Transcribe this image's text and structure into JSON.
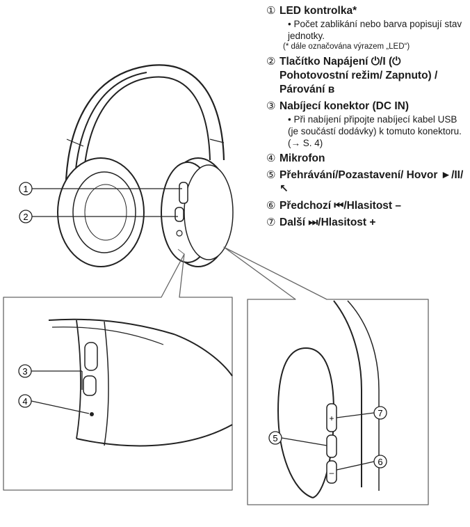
{
  "legend": {
    "items": [
      {
        "num": "①",
        "title": "LED kontrolka*"
      },
      {
        "num": "②",
        "title": "Tlačítko Napájení ⏻/I (⏻ Pohotovostní režim/ Zapnuto) / Párování ʙ"
      },
      {
        "num": "③",
        "title": "Nabíjecí konektor (DC IN)"
      },
      {
        "num": "④",
        "title": "Mikrofon"
      },
      {
        "num": "⑤",
        "title": "Přehrávání/Pozastavení/ Hovor ►/II/↖"
      },
      {
        "num": "⑥",
        "title": "Předchozí ⏮/Hlasitost –"
      },
      {
        "num": "⑦",
        "title": "Další ⏭/Hlasitost +"
      }
    ],
    "led_note": "• Počet zablikání nebo barva popisují stav jednotky.",
    "led_footnote": "(* dále označována výrazem „LED“)",
    "dc_note": "• Při nabíjení připojte nabíjecí kabel USB (je součástí dodávky) k tomuto konektoru. (→ S. 4)"
  },
  "callouts": {
    "c1": "1",
    "c2": "2",
    "c3": "3",
    "c4": "4",
    "c5": "5",
    "c6": "6",
    "c7": "7"
  },
  "marks": {
    "plus": "+",
    "minus": "–"
  }
}
